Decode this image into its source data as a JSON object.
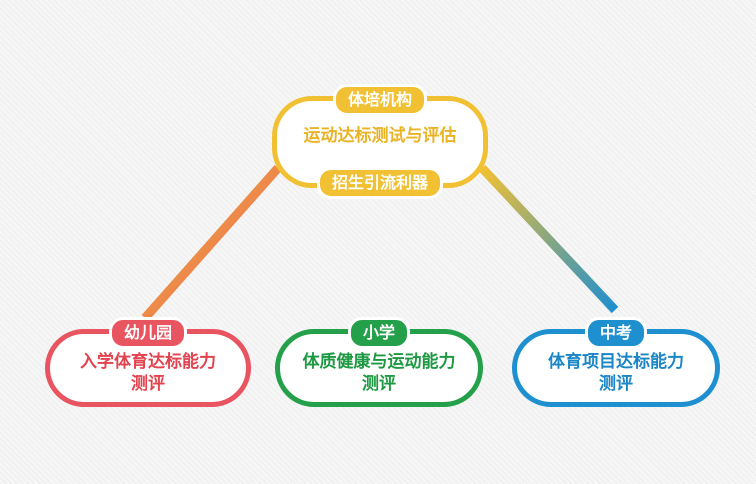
{
  "nodes": {
    "top": {
      "tag_top": "体培机构",
      "line": "运动达标测试与评估",
      "tag_bottom": "招生引流利器",
      "color": "#f2c033"
    },
    "kindergarten": {
      "tag": "幼儿园",
      "line1": "入学体育达标能力",
      "line2": "测评",
      "color": "#e8545f"
    },
    "primary": {
      "tag": "小学",
      "line1": "体质健康与运动能力",
      "line2": "测评",
      "color": "#23a049"
    },
    "middle": {
      "tag": "中考",
      "line1": "体育项目达标能力",
      "line2": "测评",
      "color": "#1e8fcf"
    }
  }
}
